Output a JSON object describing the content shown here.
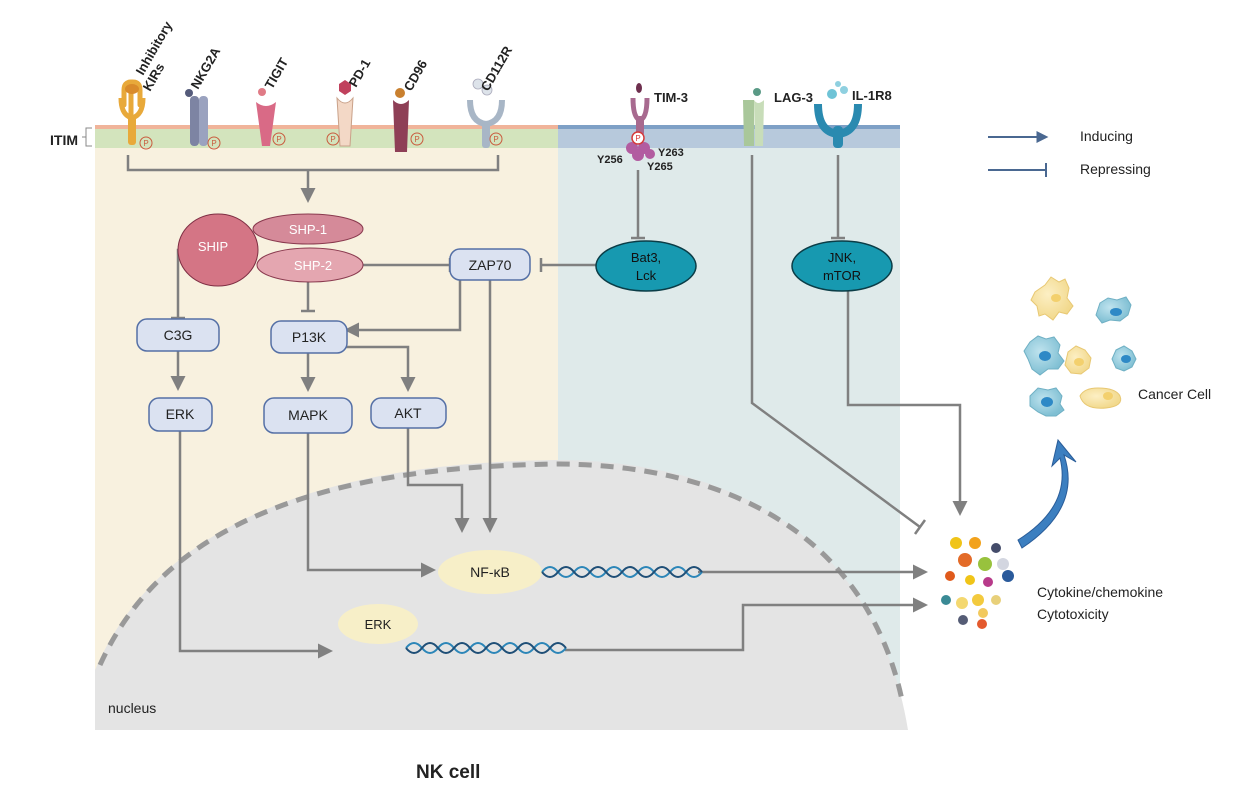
{
  "receptors": {
    "kirs_line1": "Inhibitory",
    "kirs_line2": "KIRs",
    "nkg2a": "NKG2A",
    "tigit": "TIGIT",
    "pd1": "PD-1",
    "cd96": "CD96",
    "cd112r": "CD112R",
    "tim3": "TIM-3",
    "lag3": "LAG-3",
    "il1r8": "IL-1R8"
  },
  "itim_label": "ITIM",
  "phospho_symbol": "P",
  "tyrosines": {
    "y256": "Y256",
    "y263": "Y263",
    "y265": "Y265"
  },
  "nodes": {
    "shp1": "SHP-1",
    "ship": "SHIP",
    "shp2": "SHP-2",
    "zap70": "ZAP70",
    "bat3_line1": "Bat3,",
    "bat3_line2": "Lck",
    "jnk_line1": "JNK,",
    "jnk_line2": "mTOR",
    "c3g": "C3G",
    "p13k": "P13K",
    "erk_cyto": "ERK",
    "mapk": "MAPK",
    "akt": "AKT",
    "nfkb": "NF-κB",
    "erk_nuc": "ERK"
  },
  "nucleus_label": "nucleus",
  "cell_label": "NK cell",
  "legend": {
    "inducing": "Inducing",
    "repressing": "Repressing"
  },
  "cancer_label": "Cancer Cell",
  "output_line1": "Cytokine/chemokine",
  "output_line2": "Cytotoxicity",
  "colors": {
    "cytoplasm": "#f8f1df",
    "teal_region": "#dfeaea",
    "nucleus": "#e4e4e4",
    "membrane_green": "#d3e4bd",
    "membrane_blue": "#b7c9dc",
    "node_fill": "#dbe2f1",
    "node_border": "#5570a6",
    "pink_node": "#d58a99",
    "teal_node": "#1799b0",
    "arrow": "#808080",
    "legend_arrow": "#4a6891",
    "nfkb_fill": "#f7efc8",
    "dna": "#2c86b8"
  }
}
